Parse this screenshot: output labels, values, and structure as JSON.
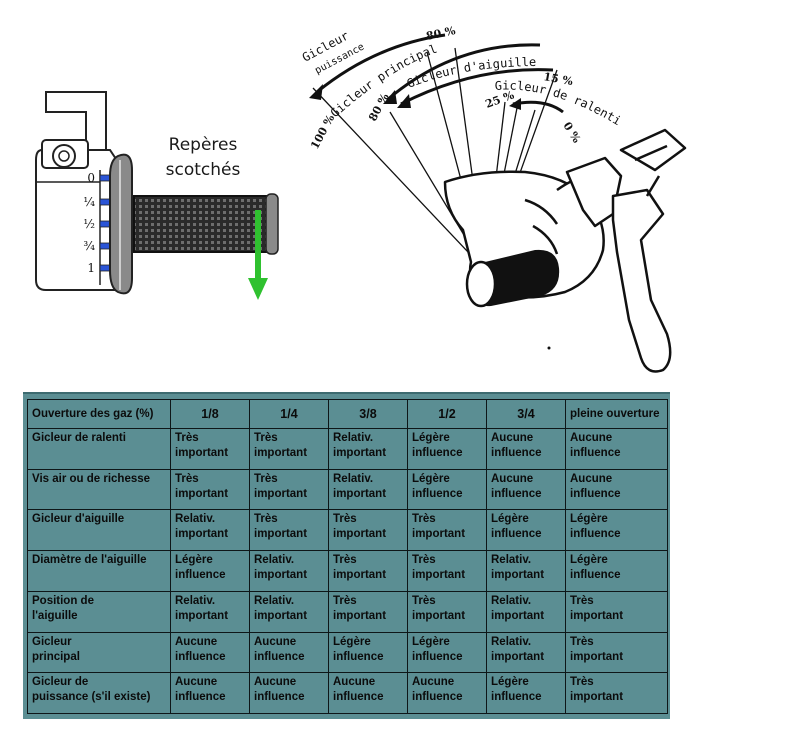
{
  "grip_diagram": {
    "caption_line1": "Repères",
    "caption_line2": "scotchés",
    "scale_marks": [
      "0",
      "¼",
      "½",
      "¾",
      "1"
    ],
    "colors": {
      "marks": "#2a54d6",
      "zero_mark": "#d21e1e",
      "arrow": "#2fc12f"
    }
  },
  "throttle_diagram": {
    "arc_labels": {
      "puissance_1": "Gicleur",
      "puissance_2": "puissance",
      "principal": "Gicleur principal",
      "aiguille": "Gicleur d'aiguille",
      "ralenti": "Gicleur de ralenti"
    },
    "percent_labels": {
      "p100": "100 %",
      "p80a": "80 %",
      "p80b": "80 %",
      "p15": "15 %",
      "p25": "25 %",
      "p0": "0 %"
    }
  },
  "table": {
    "header": [
      "Ouverture des gaz (%)",
      "1/8",
      "1/4",
      "3/8",
      "1/2",
      "3/4",
      "pleine ouverture"
    ],
    "rows": [
      [
        "Gicleur de ralenti",
        "Très\nimportant",
        "Très\nimportant",
        "Relativ.\nimportant",
        "Légère\ninfluence",
        "Aucune\ninfluence",
        "Aucune\ninfluence"
      ],
      [
        "Vis air ou de richesse",
        "Très\nimportant",
        "Très\nimportant",
        "Relativ.\nimportant",
        "Légère\ninfluence",
        "Aucune\ninfluence",
        "Aucune\ninfluence"
      ],
      [
        "Gicleur d'aiguille",
        "Relativ.\nimportant",
        "Très\nimportant",
        "Très\nimportant",
        "Très\nimportant",
        "Légère\ninfluence",
        "Légère\ninfluence"
      ],
      [
        "Diamètre de l'aiguille",
        "Légère\ninfluence",
        "Relativ.\nimportant",
        "Très\nimportant",
        "Très\nimportant",
        "Relativ.\nimportant",
        "Légère\ninfluence"
      ],
      [
        "Position de\nl'aiguille",
        "Relativ.\nimportant",
        "Relativ.\nimportant",
        "Très\nimportant",
        "Très\nimportant",
        "Relativ.\nimportant",
        "Très\nimportant"
      ],
      [
        "Gicleur\nprincipal",
        "Aucune\ninfluence",
        "Aucune\ninfluence",
        "Légère\ninfluence",
        "Légère\ninfluence",
        "Relativ.\nimportant",
        "Très\nimportant"
      ],
      [
        "Gicleur de\npuissance (s'il existe)",
        "Aucune\ninfluence",
        "Aucune\ninfluence",
        "Aucune\ninfluence",
        "Aucune\ninfluence",
        "Légère\ninfluence",
        "Très\nimportant"
      ]
    ],
    "colors": {
      "background": "#5b8e93",
      "border": "#0e1618"
    }
  }
}
